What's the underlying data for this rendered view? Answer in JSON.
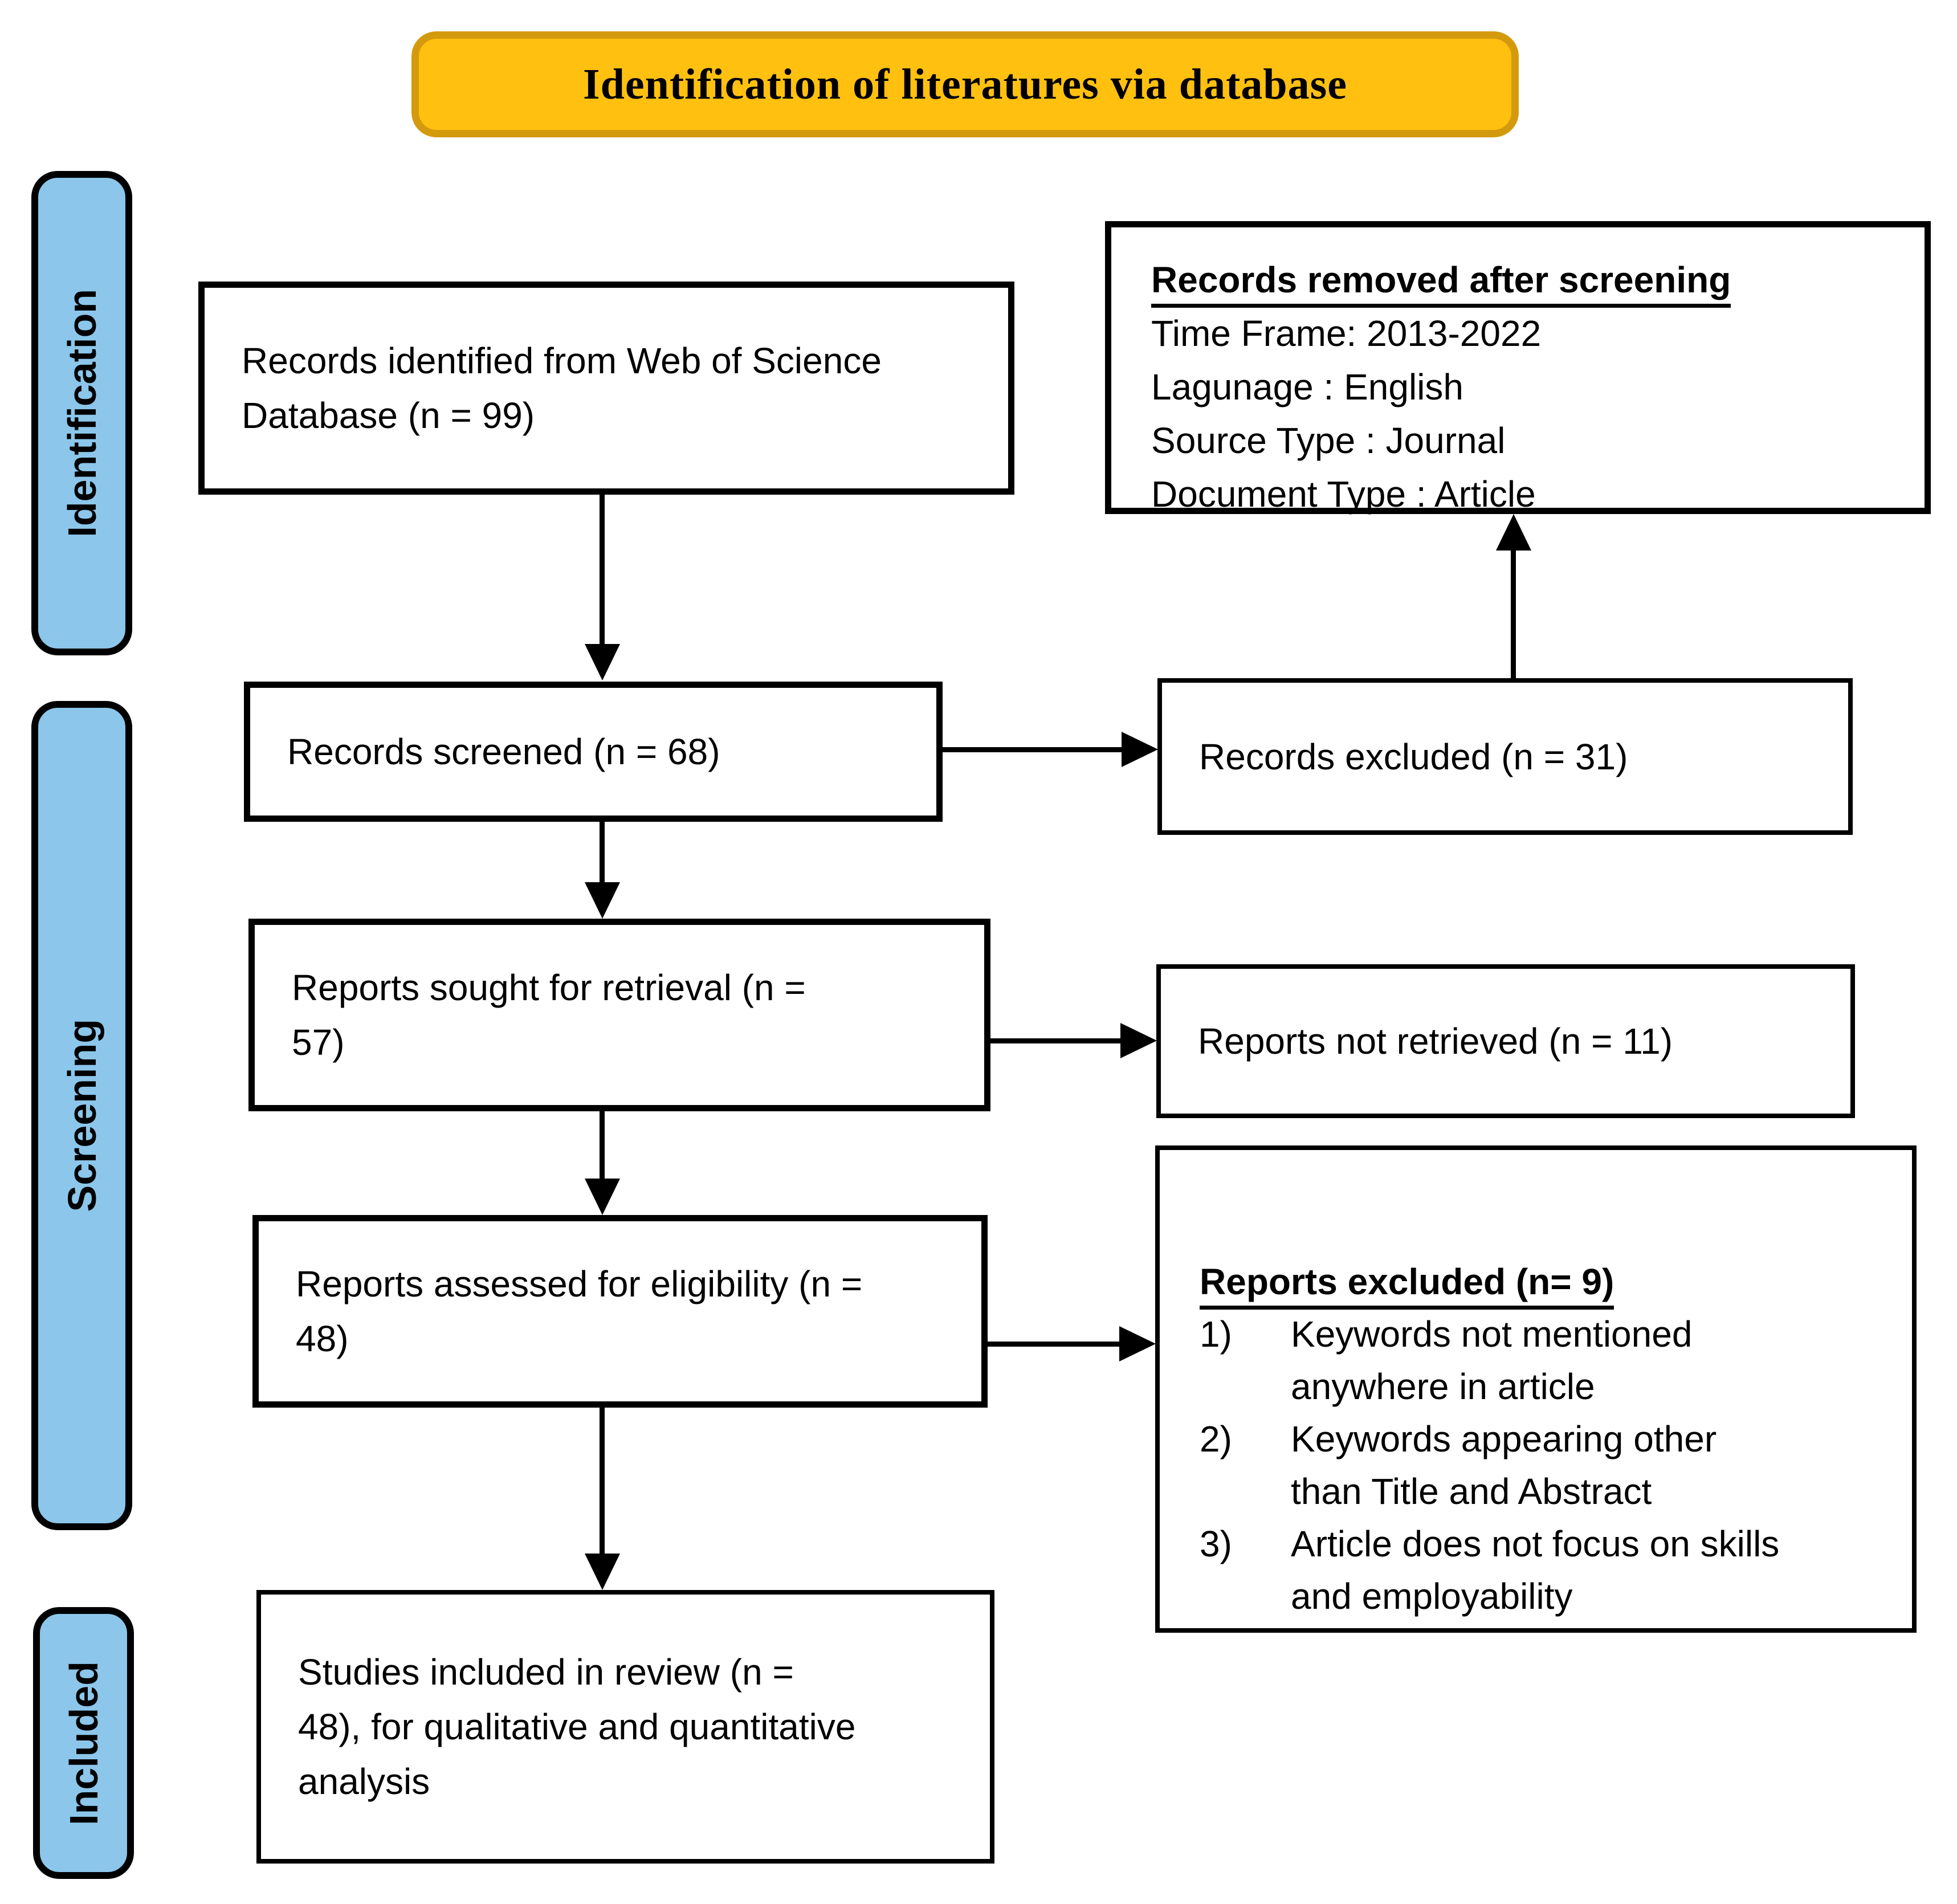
{
  "title_banner": {
    "text": "Identification of literatures via database"
  },
  "stages": {
    "identification": "Identification",
    "screening": "Screening",
    "included": "Included"
  },
  "boxes": {
    "identified": {
      "text": "Records identified from Web of Science Database (n = 99)"
    },
    "removed": {
      "heading": "Records removed after screening",
      "line1": "Time Frame: 2013-2022",
      "line2": "Lagunage : English",
      "line3": "Source Type : Journal",
      "line4": "Document Type : Article"
    },
    "screened": {
      "text": "Records screened (n = 68)"
    },
    "records_excluded": {
      "text": "Records excluded (n = 31)"
    },
    "sought": {
      "text": "Reports sought for retrieval (n = 57)"
    },
    "not_retrieved": {
      "text": "Reports not retrieved (n = 11)"
    },
    "assessed": {
      "text": "Reports assessed for eligibility (n = 48)"
    },
    "reports_excluded": {
      "heading": "Reports excluded (n= 9)",
      "items": [
        {
          "num": "1)",
          "text": "Keywords not mentioned anywhere in article"
        },
        {
          "num": "2)",
          "text": "Keywords appearing other than Title and Abstract"
        },
        {
          "num": "3)",
          "text": "Article does not focus on skills and employability"
        }
      ]
    },
    "included_studies": {
      "text": "Studies included in review (n = 48), for qualitative and quantitative analysis"
    }
  },
  "colors": {
    "banner_fill": "#FFC010",
    "banner_border": "#D49A0D",
    "stage_fill": "#8CC6EA",
    "line_color": "#000000"
  }
}
